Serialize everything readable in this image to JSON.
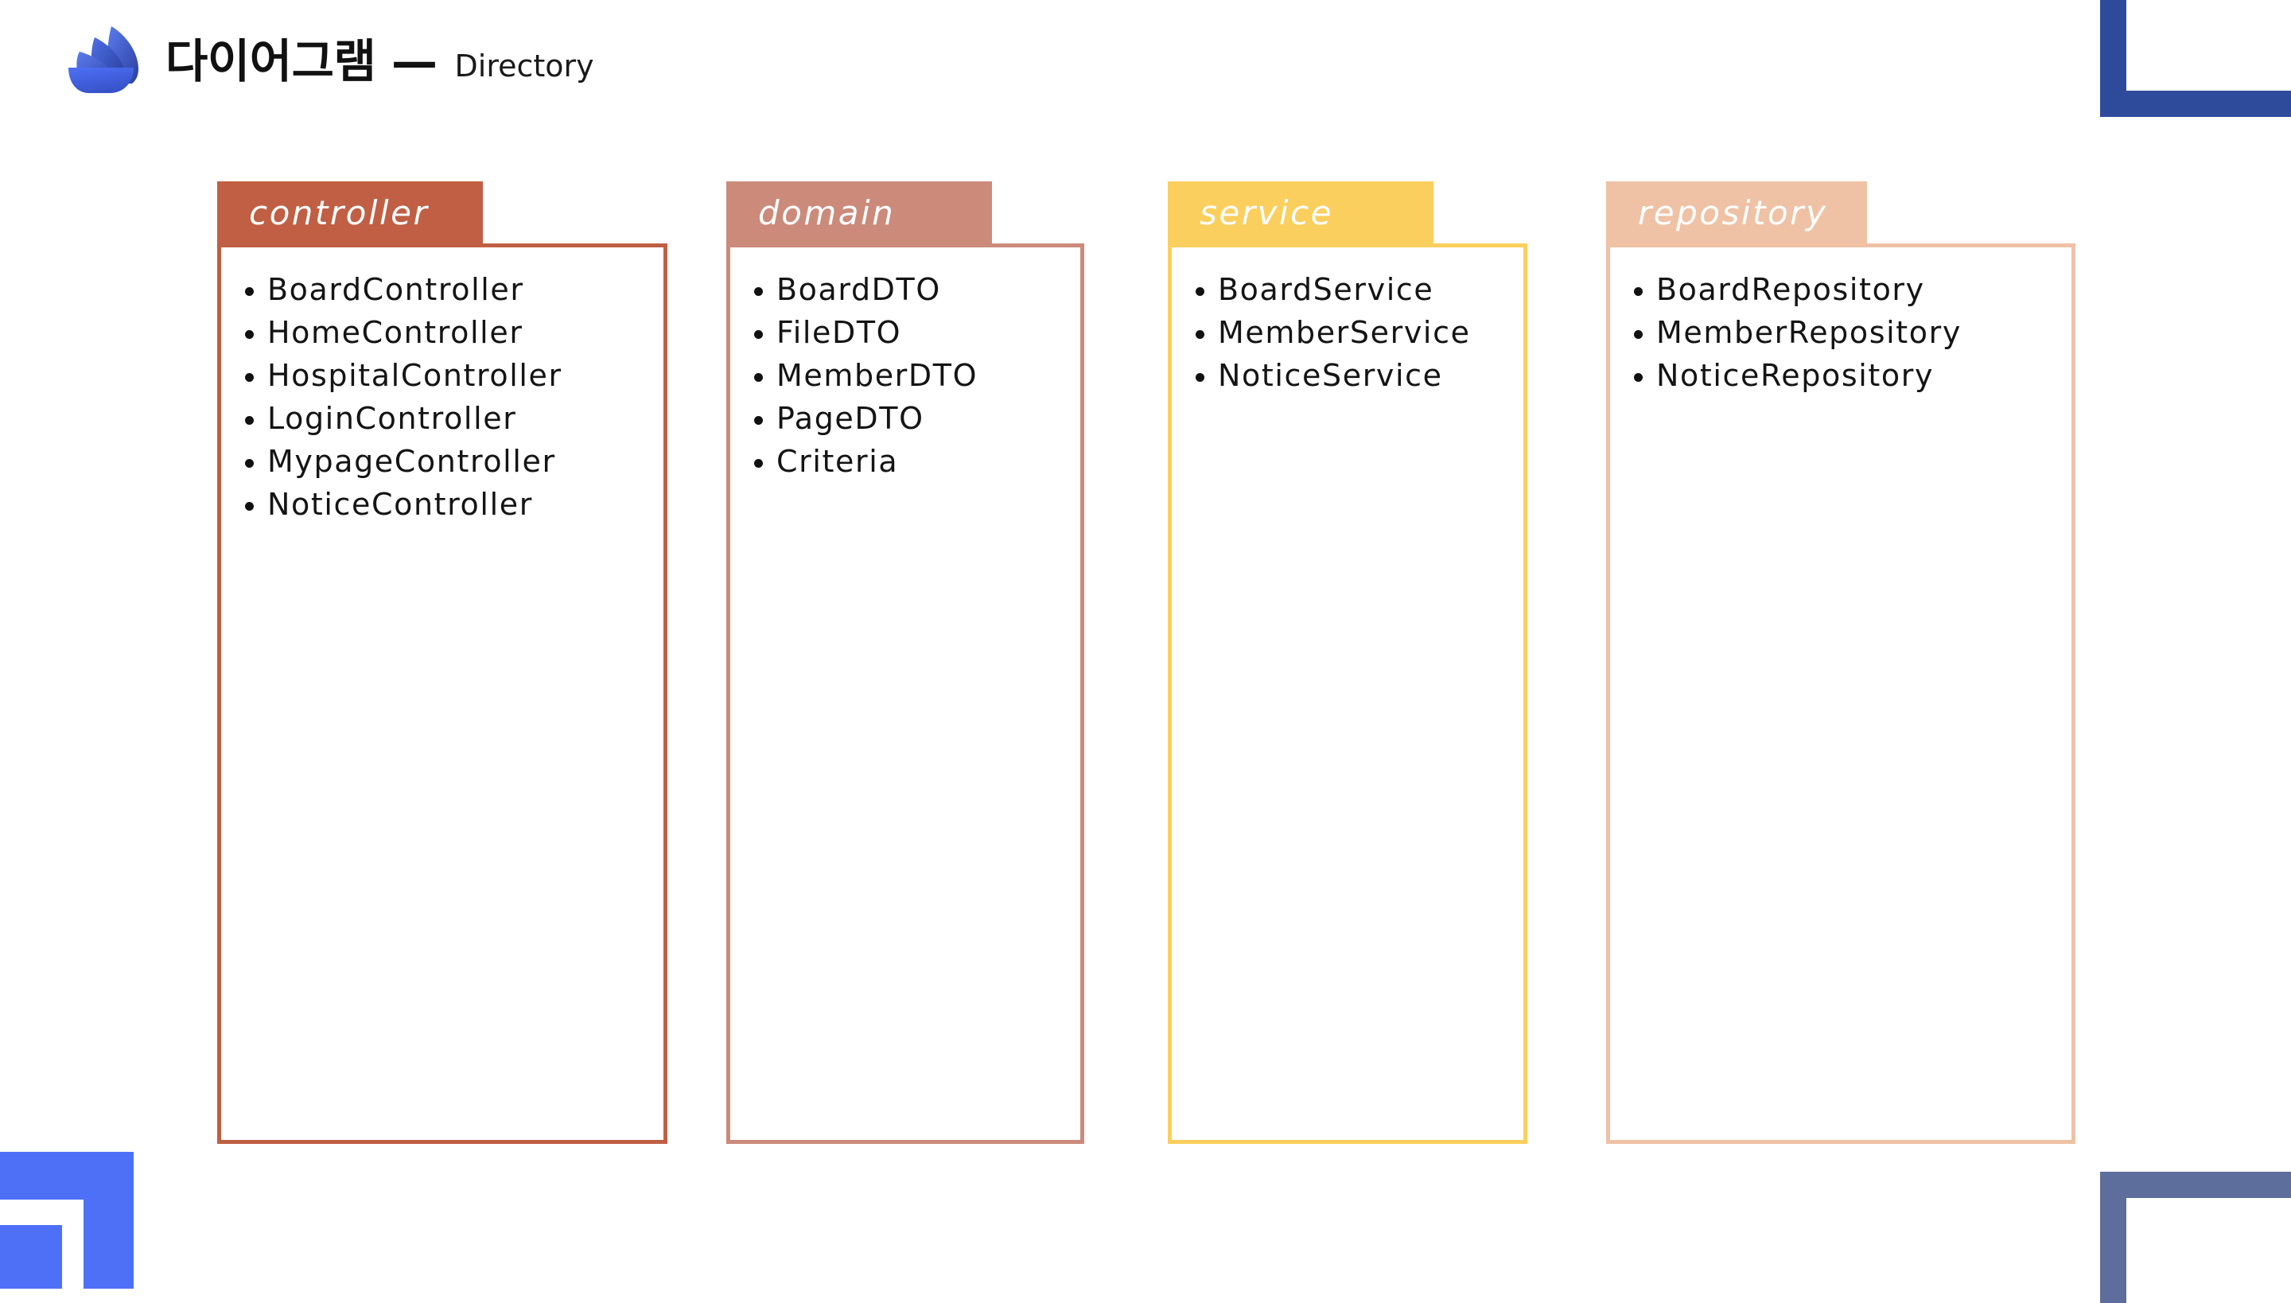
{
  "header": {
    "logo_icon": "feather-wing-logo",
    "title_main": "다이어그램 —",
    "title_sub": "Directory"
  },
  "colors": {
    "controller": "#C05F44",
    "domain": "#CC8A7B",
    "service": "#FBCF5E",
    "repository": "#EFC2A5",
    "corner_top_right": "#2E4B9B",
    "corner_bottom_left": "#4E70F7",
    "corner_bottom_right": "#5D6D9C",
    "logo_blue_light": "#4C74E8",
    "logo_blue_dark": "#2B3F9E",
    "text": "#141414",
    "tab_text": "#FFFFFF"
  },
  "packages": [
    {
      "name": "controller",
      "items": [
        "BoardController",
        "HomeController",
        "HospitalController",
        "LoginController",
        "MypageController",
        "NoticeController"
      ]
    },
    {
      "name": "domain",
      "items": [
        "BoardDTO",
        "FileDTO",
        "MemberDTO",
        "PageDTO",
        "Criteria"
      ]
    },
    {
      "name": "service",
      "items": [
        "BoardService",
        "MemberService",
        "NoticeService"
      ]
    },
    {
      "name": "repository",
      "items": [
        "BoardRepository",
        "MemberRepository",
        "NoticeRepository"
      ]
    }
  ]
}
